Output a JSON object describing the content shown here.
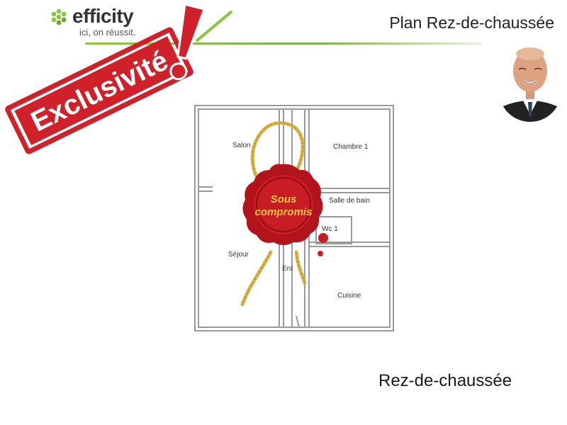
{
  "header": {
    "brand_name": "efficity",
    "tagline": "ici, on réussit.",
    "title": "Plan Rez-de-chaussée"
  },
  "stamp": {
    "text": "Exclusivité",
    "mark": "!"
  },
  "seal": {
    "line1": "Sous",
    "line2": "compromis"
  },
  "floor_plan": {
    "rooms": {
      "salon": "Salon",
      "chambre": "Chambre 1",
      "salle_de_bain": "Salle de bain",
      "wc": "Wc 1",
      "sejour": "Séjour",
      "entree": "Ent",
      "cuisine": "Cuisine"
    }
  },
  "footer": {
    "caption": "Rez-de-chaussée"
  },
  "colors": {
    "brand_green": "#8cc63f",
    "stamp_red": "#d0202a",
    "seal_red": "#b3141c",
    "gold_ribbon": "#d9b24a",
    "wall": "#9a9a9a"
  }
}
